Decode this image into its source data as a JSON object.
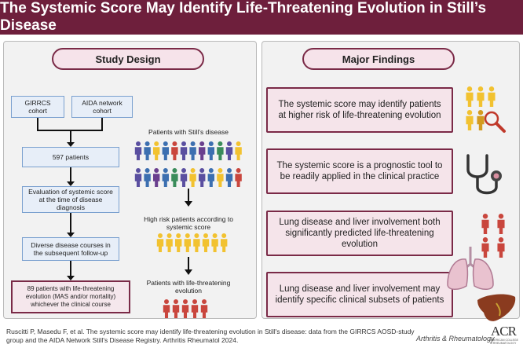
{
  "title": "The Systemic Score May Identify Life-Threatening Evolution in Still’s Disease",
  "study_design": {
    "heading": "Study Design",
    "cohort_left": "GIRRCS cohort",
    "cohort_right": "AIDA network cohort",
    "patients": "597 patients",
    "evaluation": "Evaluation of systemic score at the time of disease diagnosis",
    "courses": "Diverse disease courses in the subsequent follow-up",
    "outcome": "89 patients with life-threatening evolution (MAS and/or mortality) whichever the clinical course",
    "label_patients": "Patients with Still’s disease",
    "label_high_risk": "High risk patients according to systemic score",
    "label_life_threat": "Patients with life-threatening evolution"
  },
  "major_findings": {
    "heading": "Major Findings",
    "items": [
      "The systemic score may identify patients at higher risk of life-threatening evolution",
      "The systemic score is a prognostic tool to be readily applied in the clinical practice",
      "Lung disease and liver involvement both significantly predicted life-threatening evolution",
      "Lung disease and liver involvement may identify specific clinical subsets of patients"
    ]
  },
  "footer": {
    "citation": "Ruscitti P, Masedu F, et al. The systemic score may identify life-threatening evolution in Still's disease: data from the GIRRCS AOSD-study group and the AIDA Network Still's Disease Registry. Arthritis Rheumatol 2024.",
    "journal": "Arthritis & Rheumatology",
    "acr": "ACR",
    "acr_sub": "AMERICAN COLLEGE of RHEUMATOLOGY"
  },
  "icons": {
    "people_crowd": "people-crowd-icon",
    "people_high_risk": "people-group-yellow-icon",
    "people_red": "people-group-red-icon",
    "magnifier": "magnifier-icon",
    "stethoscope": "stethoscope-icon",
    "lungs": "lungs-icon",
    "liver": "liver-icon",
    "arrow": "arrow-down-icon"
  },
  "colors": {
    "title_bg": "#6e1f3c",
    "accent": "#7a2a47",
    "flow_box_bg": "#e7eef8",
    "finding_bg": "#f5e4ea",
    "person_yellow": "#f2c230",
    "person_red": "#c9463d"
  }
}
